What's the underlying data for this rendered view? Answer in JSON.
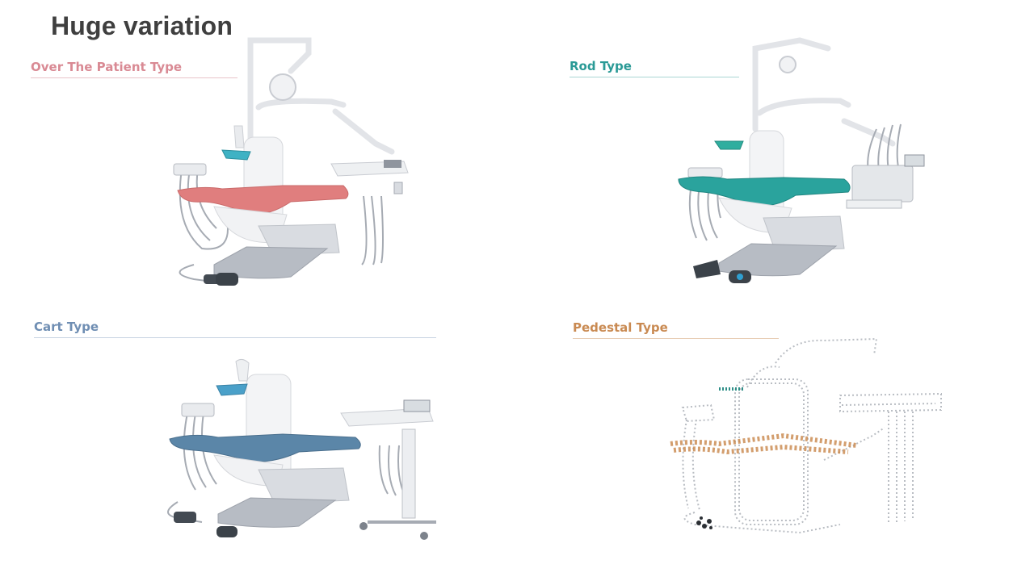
{
  "slide": {
    "title": "Huge variation"
  },
  "sections": [
    {
      "label": "Over The Patient Type",
      "accent": "#d98a94",
      "upholstery": "#e07e7e"
    },
    {
      "label": "Rod Type",
      "accent": "#2a9a96",
      "upholstery": "#2aa39d"
    },
    {
      "label": "Cart Type",
      "accent": "#6f8eb3",
      "upholstery": "#5b86a8"
    },
    {
      "label": "Pedestal Type",
      "accent": "#c98a52",
      "upholstery": "#c9874a"
    }
  ]
}
